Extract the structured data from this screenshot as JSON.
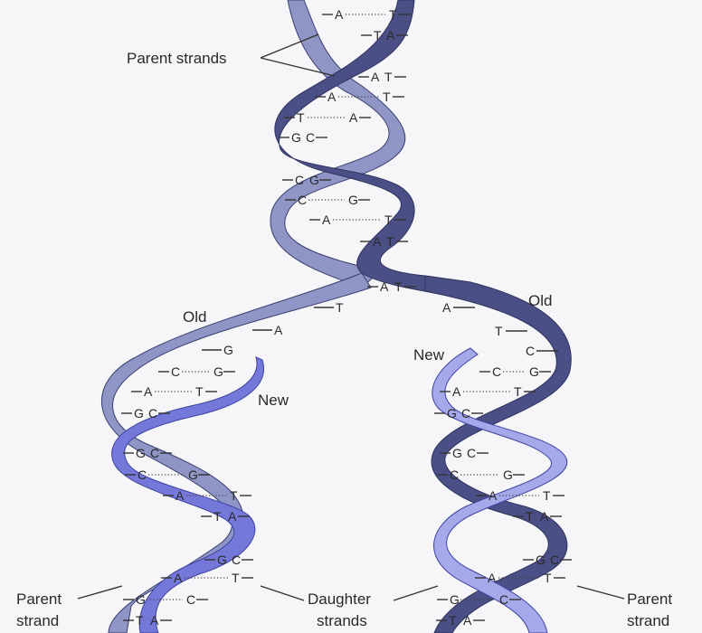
{
  "labels": {
    "parent_strands": "Parent strands",
    "old_left": "Old",
    "old_right": "Old",
    "new_left": "New",
    "new_right": "New",
    "parent_strand_left_1": "Parent",
    "parent_strand_left_2": "strand",
    "daughter_strands_1": "Daughter",
    "daughter_strands_2": "strands",
    "parent_strand_right_1": "Parent",
    "parent_strand_right_2": "strand"
  },
  "colors": {
    "parent_dark": "#4a4f86",
    "parent_light": "#8f96c6",
    "daughter": "#7478d8",
    "daughter_light": "#a5a9ea"
  },
  "top_pairs": [
    [
      "A",
      "T"
    ],
    [
      "T",
      "A"
    ],
    [
      "A",
      "T"
    ],
    [
      "A",
      "T"
    ],
    [
      "T",
      "A"
    ],
    [
      "G",
      "C"
    ],
    [
      "C",
      "G"
    ],
    [
      "C",
      "G"
    ],
    [
      "A",
      "T"
    ],
    [
      "A",
      "T"
    ],
    [
      "A",
      "T"
    ]
  ],
  "fork_bases_left": [
    "T",
    "A",
    "G"
  ],
  "fork_bases_right": [
    "A",
    "T",
    "C"
  ],
  "left_pairs": [
    [
      "C",
      "G"
    ],
    [
      "A",
      "T"
    ],
    [
      "G",
      "C"
    ],
    [
      "G",
      "C"
    ],
    [
      "C",
      "G"
    ],
    [
      "A",
      "T"
    ],
    [
      "T",
      "A"
    ],
    [
      "G",
      "C"
    ],
    [
      "A",
      "T"
    ],
    [
      "G",
      "C"
    ],
    [
      "T",
      "A"
    ]
  ],
  "right_pairs": [
    [
      "C",
      "G"
    ],
    [
      "A",
      "T"
    ],
    [
      "G",
      "C"
    ],
    [
      "G",
      "C"
    ],
    [
      "C",
      "G"
    ],
    [
      "A",
      "T"
    ],
    [
      "T",
      "A"
    ],
    [
      "G",
      "C"
    ],
    [
      "A",
      "T"
    ],
    [
      "G",
      "C"
    ],
    [
      "T",
      "A"
    ]
  ]
}
